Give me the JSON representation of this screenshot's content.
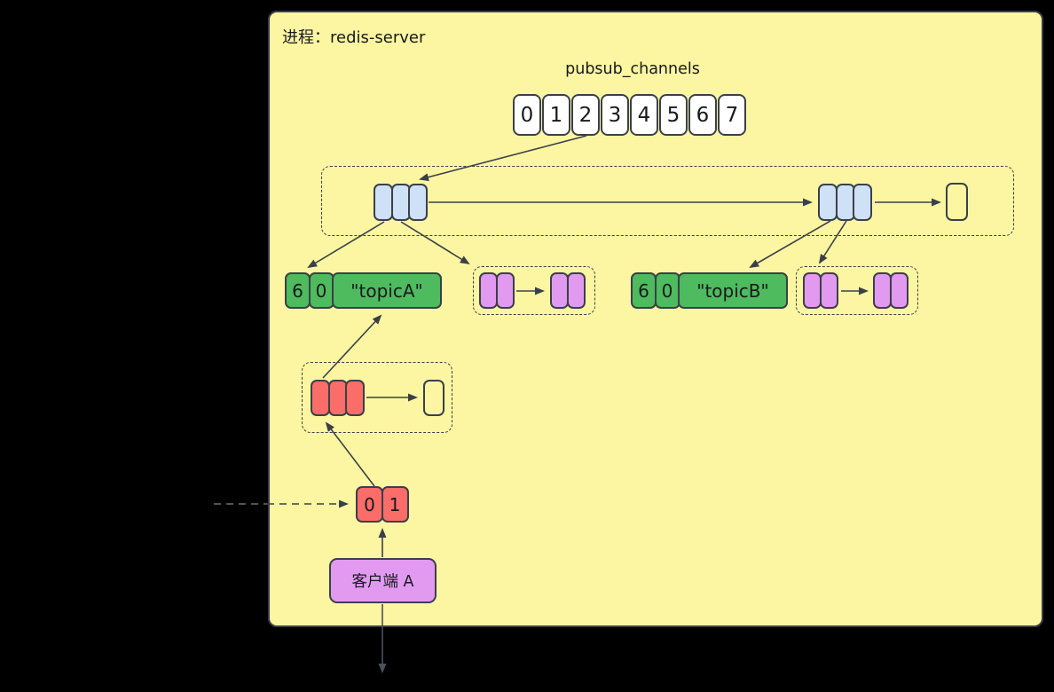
{
  "process": {
    "label": "进程：redis-server"
  },
  "channel_table": {
    "title": "pubsub_channels",
    "buckets": [
      "0",
      "1",
      "2",
      "3",
      "4",
      "5",
      "6",
      "7"
    ]
  },
  "topic_a": {
    "cells": [
      "6",
      "0"
    ],
    "label": "\"topicA\""
  },
  "topic_b": {
    "cells": [
      "6",
      "0"
    ],
    "label": "\"topicB\""
  },
  "fd_pair": {
    "cells": [
      "0",
      "1"
    ]
  },
  "client": {
    "label": "客户端 A"
  },
  "colors": {
    "page_bg": "#000000",
    "process_fill": "#fcf6a2",
    "stroke_dark": "#3a4049",
    "bucket_fill": "#ffffff",
    "entry_fill": "#cfe1f7",
    "topic_fill": "#4dbb5e",
    "subscriber_fill": "#e29af0",
    "client_node_fill": "#fa6d69",
    "client_box_fill": "#e29af0",
    "text_dark": "#17191d"
  }
}
